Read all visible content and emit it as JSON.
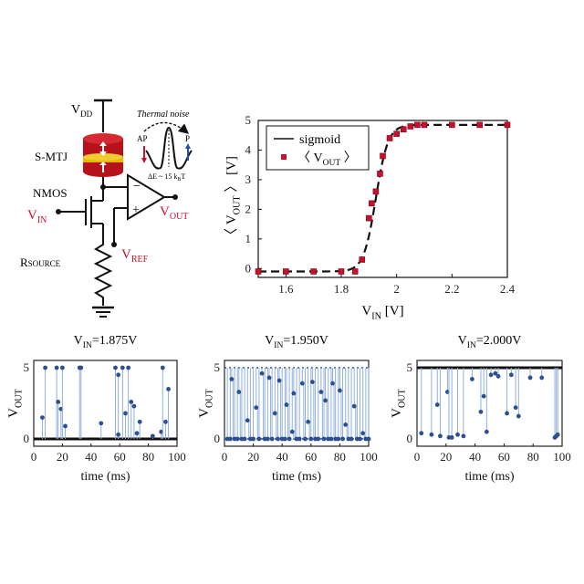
{
  "circuit": {
    "vdd": {
      "main": "V",
      "sub": "DD"
    },
    "smtj": "S-MTJ",
    "nmos": "NMOS",
    "vin": {
      "main": "V",
      "sub": "IN"
    },
    "vout": {
      "main": "V",
      "sub": "OUT"
    },
    "vref": {
      "main": "V",
      "sub": "REF"
    },
    "rsource": "Rsource",
    "opamp_minus": "−",
    "opamp_plus": "+",
    "noise": {
      "title": "Thermal noise",
      "ap": "AP",
      "p": "P",
      "barrier": {
        "main": "ΔE ~ 15 k",
        "sub": "B",
        "tail": "T"
      }
    }
  },
  "colors": {
    "accent_red": "#c8102e",
    "mtj_red": "#b5121b",
    "mtj_gold": "#e6b800",
    "arrow_blue": "#1f4fa8",
    "dot_blue": "#2e4f8f",
    "trace_blue": "#8fb0e0"
  },
  "chart_data": [
    {
      "type": "line",
      "xlabel": {
        "main": "V",
        "sub": "IN",
        "tail": " [V]"
      },
      "ylabel": {
        "pre": "〈 V",
        "sub": "OUT",
        "post": " 〉 [V]"
      },
      "xlim": [
        1.5,
        2.4
      ],
      "ylim": [
        -0.3,
        5
      ],
      "xticks": [
        "1.6",
        "1.8",
        "2",
        "2.2",
        "2.4"
      ],
      "yticks": [
        "0",
        "1",
        "2",
        "3",
        "4",
        "5"
      ],
      "legend_position": "top-left",
      "series": [
        {
          "name": "sigmoid",
          "style": "dashed",
          "x0": 1.925,
          "k": 0.022,
          "low": -0.1,
          "high": 4.85
        },
        {
          "name": {
            "pre": "〈 V",
            "sub": "OUT",
            "post": " 〉"
          },
          "style": "markers",
          "x": [
            1.5,
            1.6,
            1.7,
            1.8,
            1.85,
            1.875,
            1.9,
            1.91,
            1.925,
            1.94,
            1.95,
            1.975,
            2.0,
            2.025,
            2.05,
            2.075,
            2.1,
            2.2,
            2.3,
            2.4
          ],
          "y": [
            -0.1,
            -0.1,
            -0.1,
            -0.1,
            -0.1,
            0.3,
            1.7,
            2.2,
            2.6,
            3.2,
            3.8,
            4.4,
            4.55,
            4.7,
            4.8,
            4.85,
            4.85,
            4.85,
            4.85,
            4.85
          ]
        }
      ]
    },
    {
      "type": "scatter",
      "title": {
        "main": "V",
        "sub": "IN",
        "tail": "=1.875V"
      },
      "xlabel": "time (ms)",
      "ylabel": {
        "main": "V",
        "sub": "OUT"
      },
      "xlim": [
        0,
        100
      ],
      "ylim": [
        0,
        5
      ],
      "xticks": [
        "0",
        "20",
        "40",
        "60",
        "80",
        "100"
      ],
      "yticks": [
        "0",
        "5"
      ],
      "baseline": 0,
      "spikes": [
        [
          6,
          1.5
        ],
        [
          8,
          5
        ],
        [
          16,
          5
        ],
        [
          17,
          2.6
        ],
        [
          19,
          2.1
        ],
        [
          20,
          5
        ],
        [
          22,
          0.9
        ],
        [
          32,
          5
        ],
        [
          33,
          5
        ],
        [
          47,
          1.1
        ],
        [
          57,
          5
        ],
        [
          59,
          4.5
        ],
        [
          59,
          0.3
        ],
        [
          62,
          5
        ],
        [
          64,
          1.8
        ],
        [
          66,
          5
        ],
        [
          68,
          2.6
        ],
        [
          70,
          2.3
        ],
        [
          72,
          0.4
        ],
        [
          74,
          1.2
        ],
        [
          83,
          0.2
        ],
        [
          89,
          0.5
        ],
        [
          90,
          5
        ],
        [
          92,
          1.2
        ],
        [
          94,
          3.5
        ]
      ]
    },
    {
      "type": "scatter",
      "title": {
        "main": "V",
        "sub": "IN",
        "tail": "=1.950V"
      },
      "xlabel": "time (ms)",
      "ylabel": {
        "main": "V",
        "sub": "OUT"
      },
      "xlim": [
        0,
        100
      ],
      "ylim": [
        0,
        5
      ],
      "xticks": [
        "0",
        "20",
        "40",
        "60",
        "80",
        "100"
      ],
      "yticks": [
        "0",
        "5"
      ],
      "baseline": "mixed",
      "spikes": [
        [
          2,
          0
        ],
        [
          4,
          0
        ],
        [
          5,
          4.2
        ],
        [
          7,
          0
        ],
        [
          9,
          0
        ],
        [
          10,
          3.3
        ],
        [
          12,
          0
        ],
        [
          14,
          0
        ],
        [
          16,
          1.3
        ],
        [
          18,
          0
        ],
        [
          20,
          0
        ],
        [
          22,
          2.2
        ],
        [
          24,
          0
        ],
        [
          26,
          4.6
        ],
        [
          28,
          0
        ],
        [
          30,
          0
        ],
        [
          31,
          4.3
        ],
        [
          33,
          0
        ],
        [
          35,
          1.8
        ],
        [
          37,
          0
        ],
        [
          38,
          4.1
        ],
        [
          40,
          0
        ],
        [
          42,
          0
        ],
        [
          43,
          2.4
        ],
        [
          45,
          0
        ],
        [
          47,
          0.5
        ],
        [
          48,
          3.2
        ],
        [
          50,
          0
        ],
        [
          52,
          0
        ],
        [
          54,
          3.9
        ],
        [
          56,
          0
        ],
        [
          58,
          1.2
        ],
        [
          60,
          0
        ],
        [
          61,
          4.0
        ],
        [
          63,
          0
        ],
        [
          65,
          0
        ],
        [
          67,
          3.3
        ],
        [
          69,
          0
        ],
        [
          70,
          2.7
        ],
        [
          72,
          0
        ],
        [
          74,
          0
        ],
        [
          75,
          3.9
        ],
        [
          77,
          0
        ],
        [
          79,
          0
        ],
        [
          80,
          3.4
        ],
        [
          82,
          0
        ],
        [
          84,
          1.0
        ],
        [
          86,
          0
        ],
        [
          88,
          0
        ],
        [
          90,
          2.3
        ],
        [
          92,
          0
        ],
        [
          94,
          0
        ],
        [
          96,
          0.4
        ],
        [
          98,
          0
        ],
        [
          100,
          0
        ]
      ]
    },
    {
      "type": "scatter",
      "title": {
        "main": "V",
        "sub": "IN",
        "tail": "=2.000V"
      },
      "xlabel": "time (ms)",
      "ylabel": {
        "main": "V",
        "sub": "OUT"
      },
      "xlim": [
        0,
        100
      ],
      "ylim": [
        0,
        5
      ],
      "xticks": [
        "0",
        "20",
        "40",
        "60",
        "80",
        "100"
      ],
      "yticks": [
        "0",
        "5"
      ],
      "baseline": 5,
      "spikes": [
        [
          3,
          0.4
        ],
        [
          10,
          0.3
        ],
        [
          14,
          2.4
        ],
        [
          16,
          0.2
        ],
        [
          21,
          3.3
        ],
        [
          22,
          0.1
        ],
        [
          24,
          0.1
        ],
        [
          28,
          0.3
        ],
        [
          32,
          0.2
        ],
        [
          38,
          4.2
        ],
        [
          44,
          1.9
        ],
        [
          46,
          3.0
        ],
        [
          48,
          0.5
        ],
        [
          51,
          4.5
        ],
        [
          54,
          4.6
        ],
        [
          56,
          4.4
        ],
        [
          62,
          1.8
        ],
        [
          65,
          4.5
        ],
        [
          68,
          2.2
        ],
        [
          70,
          1.6
        ],
        [
          78,
          4.3
        ],
        [
          86,
          4.3
        ],
        [
          95,
          0.1
        ],
        [
          96,
          0.2
        ],
        [
          97,
          0.3
        ]
      ]
    }
  ]
}
